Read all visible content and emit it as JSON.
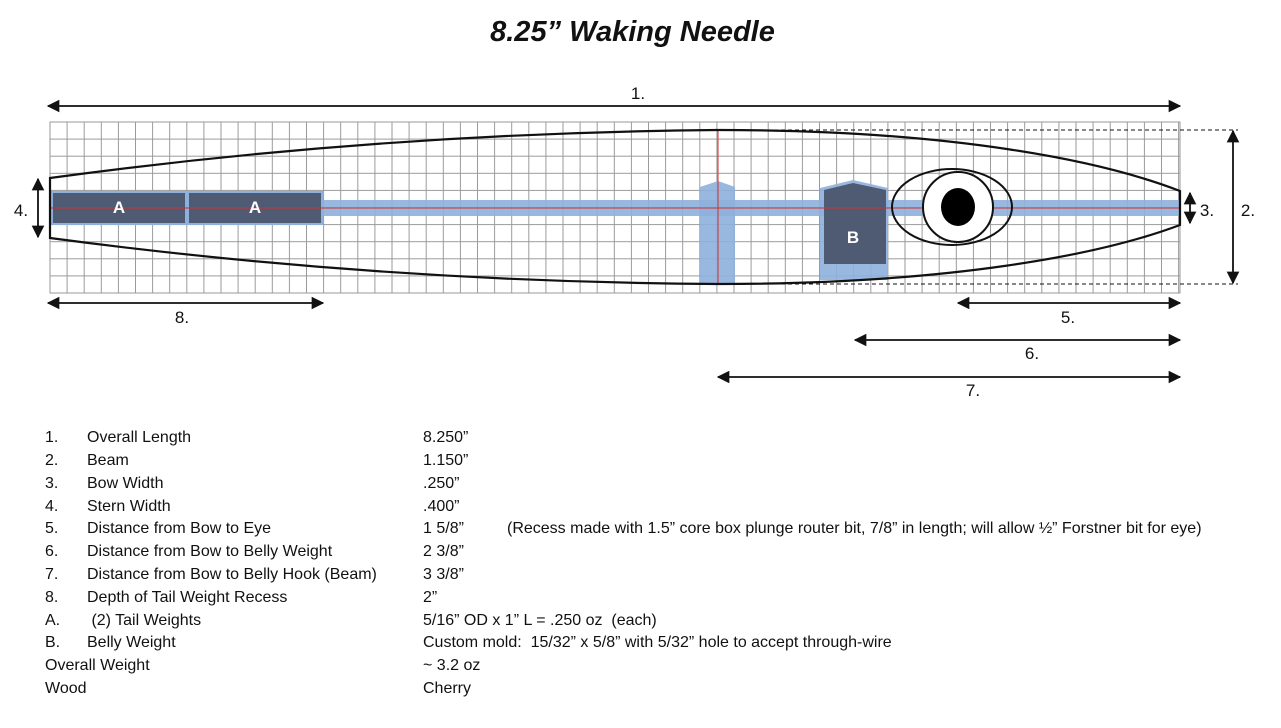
{
  "title": "8.25” Waking Needle",
  "diagram": {
    "dimension_labels": {
      "d1": "1.",
      "d2": "2.",
      "d3": "3.",
      "d4": "4.",
      "d5": "5.",
      "d6": "6.",
      "d7": "7.",
      "d8": "8."
    },
    "weight_labels": {
      "a1": "A",
      "a2": "A",
      "b": "B"
    },
    "colors": {
      "wire": "#8eb0dc",
      "weight_dark": "#4f5b73",
      "hook": "#8eb0dc",
      "centerline": "#d03030",
      "grid": "#9a9a9a"
    }
  },
  "specs": [
    {
      "num": "1.",
      "label": "Overall Length",
      "value": "8.250”"
    },
    {
      "num": "2.",
      "label": "Beam",
      "value": "1.150”"
    },
    {
      "num": "3.",
      "label": "Bow Width",
      "value": ".250”"
    },
    {
      "num": "4.",
      "label": "Stern Width",
      "value": ".400”"
    },
    {
      "num": "5.",
      "label": "Distance from Bow to Eye",
      "value": "1  5/8”",
      "note": "(Recess made with 1.5” core box plunge router bit, 7/8” in length; will allow ½” Forstner bit for eye)"
    },
    {
      "num": "6.",
      "label": "Distance from Bow to Belly Weight",
      "value": "2  3/8”"
    },
    {
      "num": "7.",
      "label": "Distance from Bow to Belly Hook (Beam)",
      "value": "3  3/8”"
    },
    {
      "num": "8.",
      "label": "Depth of Tail Weight Recess",
      "value": "2”"
    },
    {
      "num": "A.",
      "label": " (2) Tail Weights",
      "value": "5/16” OD x 1” L = .250 oz  (each)"
    },
    {
      "num": "B.",
      "label": "Belly Weight",
      "value": "Custom mold:  15/32” x 5/8” with 5/32” hole to accept through-wire"
    }
  ],
  "summary": [
    {
      "label": "Overall Weight",
      "value": "~ 3.2 oz"
    },
    {
      "label": "Wood",
      "value": "Cherry"
    }
  ]
}
